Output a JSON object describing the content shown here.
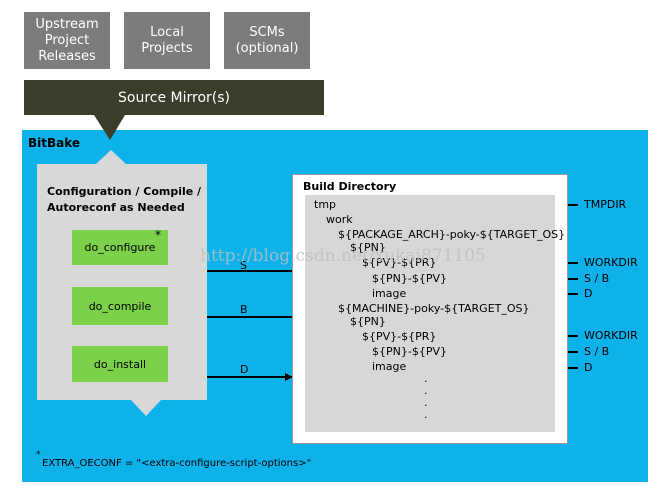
{
  "sources": {
    "upstream": [
      "Upstream",
      "Project",
      "Releases"
    ],
    "local": [
      "Local",
      "Projects"
    ],
    "scms": [
      "SCMs",
      "(optional)"
    ],
    "mirror": "Source Mirror(s)"
  },
  "bitbake": {
    "title": "BitBake",
    "config_title": [
      "Configuration / Compile /",
      "Autoreconf as Needed"
    ],
    "tasks": [
      "do_configure",
      "do_compile",
      "do_install"
    ],
    "star": "*",
    "arrow_labels": [
      "S",
      "B",
      "D"
    ],
    "footnote_star": "*",
    "footnote": "EXTRA_OECONF = \"<extra-configure-script-options>\""
  },
  "build": {
    "title": "Build Directory",
    "tree": [
      "tmp",
      "work",
      "${PACKAGE_ARCH}-poky-${TARGET_OS}",
      "${PN}",
      "${PV}-${PR}",
      "${PN}-${PV}",
      "image",
      "${MACHINE}-poky-${TARGET_OS}",
      "${PN}",
      "${PV}-${PR}",
      "${PN}-${PV}",
      "image"
    ],
    "dots": [
      ".",
      ".",
      ".",
      "."
    ]
  },
  "vars": [
    "TMPDIR",
    "WORKDIR",
    "S / B",
    "D",
    "WORKDIR",
    "S / B",
    "D"
  ],
  "watermark": "http://blog.csdn.net/xukai871105",
  "colors": {
    "bitbake": "#0db2ea",
    "task": "#7bd14a",
    "mirror": "#3c3c2a",
    "source": "#7c7c7c"
  }
}
